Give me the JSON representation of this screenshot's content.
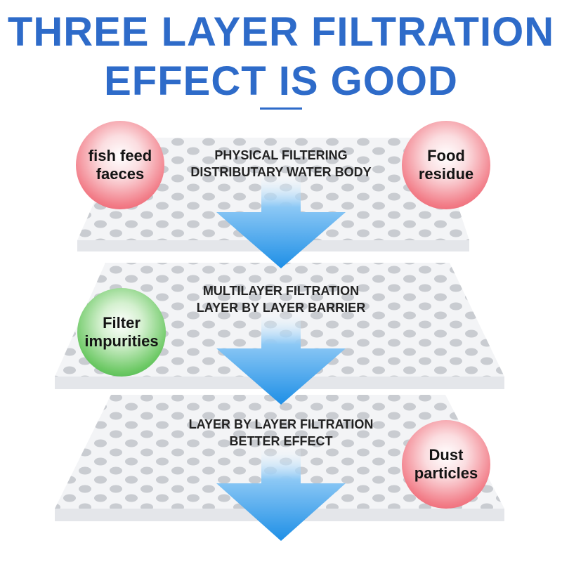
{
  "title": {
    "line1": "THREE LAYER FILTRATION",
    "line2": "EFFECT IS GOOD"
  },
  "colors": {
    "title": "#2e6bc9",
    "arrow": "#1e8fe6",
    "bubble_red": "#e9495a",
    "bubble_green": "#2ea83a"
  },
  "layers": [
    {
      "line1": "PHYSICAL FILTERING",
      "line2": "DISTRIBUTARY WATER BODY"
    },
    {
      "line1": "MULTILAYER FILTRATION",
      "line2": "LAYER BY LAYER BARRIER"
    },
    {
      "line1": "LAYER BY LAYER FILTRATION",
      "line2": "BETTER EFFECT"
    }
  ],
  "bubbles": {
    "fish": {
      "line1": "fish feed",
      "line2": "faeces",
      "color": "red"
    },
    "food": {
      "line1": "Food",
      "line2": "residue",
      "color": "red"
    },
    "filter": {
      "line1": "Filter",
      "line2": "impurities",
      "color": "green"
    },
    "dust": {
      "line1": "Dust",
      "line2": "particles",
      "color": "red"
    }
  }
}
